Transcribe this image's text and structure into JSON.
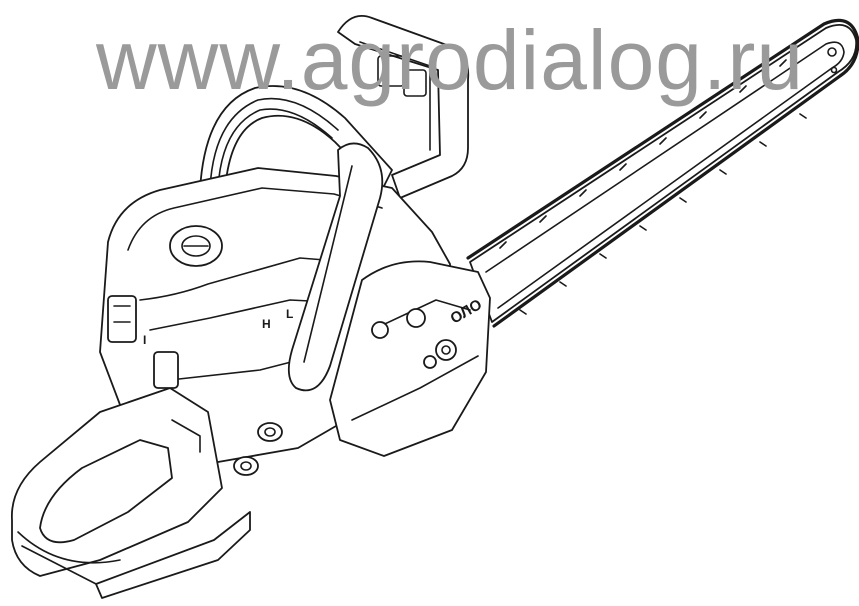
{
  "watermark": {
    "text": "www.agrodialog.ru",
    "color": "#9a9a9a"
  },
  "labels": {
    "choke_h": "H",
    "choke_l": "L",
    "switch_i": "I",
    "brand": "ОЛО"
  },
  "colors": {
    "line": "#1a1a1a",
    "background": "#ffffff"
  }
}
